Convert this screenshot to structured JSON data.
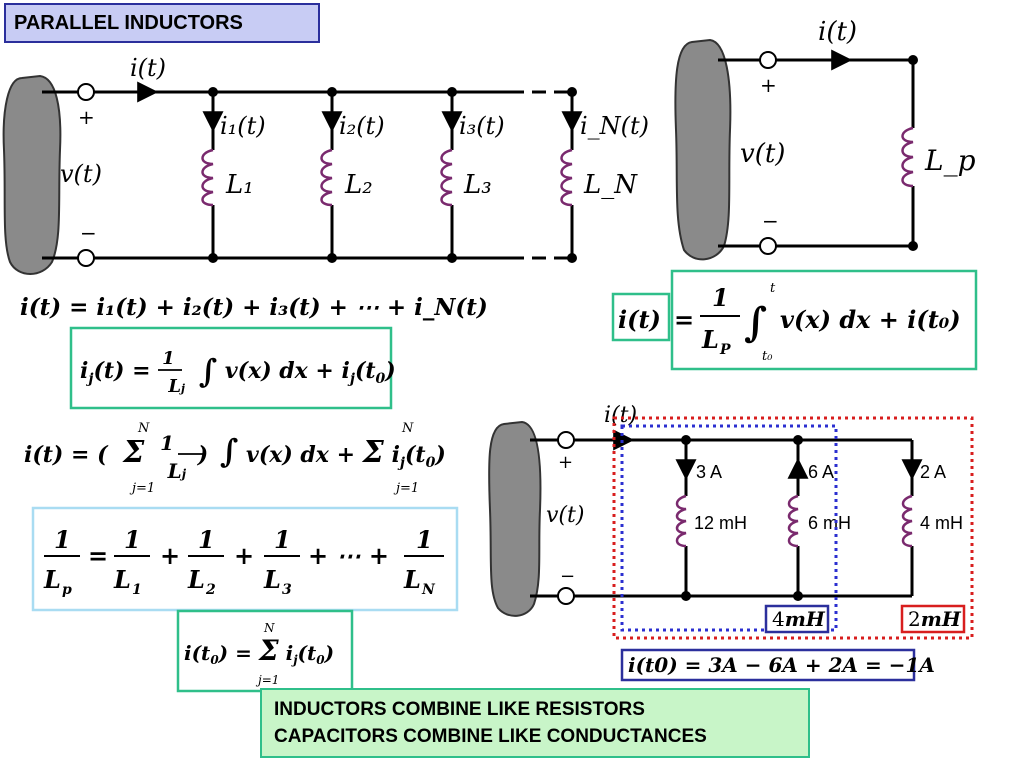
{
  "title": "PARALLEL INDUCTORS",
  "left_circuit": {
    "source_current": "i(t)",
    "plus": "+",
    "minus": "−",
    "voltage": "v(t)",
    "branches": [
      {
        "current": "i₁(t)",
        "inductor": "L₁"
      },
      {
        "current": "i₂(t)",
        "inductor": "L₂"
      },
      {
        "current": "i₃(t)",
        "inductor": "L₃"
      },
      {
        "current": "i_N(t)",
        "inductor": "L_N"
      }
    ]
  },
  "right_circuit": {
    "source_current": "i(t)",
    "plus": "+",
    "minus": "−",
    "voltage": "v(t)",
    "inductor": "L_p"
  },
  "equations": {
    "sum_currents": "i(t) = i₁(t) + i₂(t) + i₃(t) + ⋯ + i_N(t)",
    "branch_current": "i_j(t) = (1/L_j) ∫_{t0}^{t} v(x) dx + i_j(t0)",
    "total_current": "i(t) = (Σ_{j=1}^{N} 1/L_j) ∫_{t0}^{t} v(x) dx + Σ_{j=1}^{N} i_j(t0)",
    "equivalent": "1/L_p = 1/L₁ + 1/L₂ + 1/L₃ + ⋯ + 1/L_N",
    "initial": "i(t0) = Σ_{j=1}^{N} i_j(t0)",
    "equivalent_current": "i(t) = (1/L_P) ∫_{t0}^{t} v(x) dx + i(t0)"
  },
  "example": {
    "source_current": "i(t)",
    "plus": "+",
    "minus": "−",
    "voltage": "v(t)",
    "branches": [
      {
        "current": "3 A",
        "inductance": "12 mH",
        "direction": "down"
      },
      {
        "current": "6 A",
        "inductance": "6 mH",
        "direction": "up"
      },
      {
        "current": "2 A",
        "inductance": "4 mH",
        "direction": "down"
      }
    ],
    "blue_label_num": "4",
    "blue_label_unit": "mH",
    "red_label_num": "2",
    "red_label_unit": "mH",
    "initial_result": "i(t0) = 3A − 6A + 2A = −1A"
  },
  "note": {
    "line1": "INDUCTORS COMBINE LIKE RESISTORS",
    "line2": "CAPACITORS COMBINE LIKE CONDUCTANCES"
  },
  "colors": {
    "title_bg": "#c8ccf4",
    "title_border": "#2b2f9c",
    "teal_border": "#2fbf8a",
    "light_blue_border": "#a9dcf2",
    "blue_box": "#2b2f9c",
    "red_box": "#d81e1e",
    "inductor": "#7a2a6e",
    "note_bg": "#c8f5c8"
  }
}
